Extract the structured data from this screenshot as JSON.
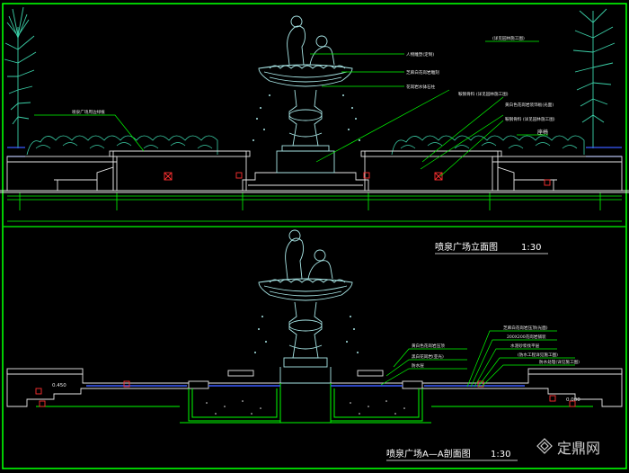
{
  "elevation": {
    "title": "喷泉广场立面图",
    "scale": "1:30",
    "annotations": {
      "left_planting": "喷泉广场周边绿植",
      "top_right": "(详见园林施工图)",
      "sculpture": "人物雕塑(定制)",
      "bowl": "芝麻白花岗岩雕刻",
      "pedestal": "花岗岩水钵石柱",
      "plinth_a": "鞍钢骨料 (详见园林施工图)",
      "plinth_b": "黄白色花岗岩装饰板(光面)",
      "plinth_c": "鞍钢骨料 (详见园林施工图)",
      "bench": "座椅"
    }
  },
  "section": {
    "title": "喷泉广场A—A剖面图",
    "scale": "1:30",
    "annotations": {
      "l1": "黄白色花岗岩压顶",
      "l2": "黑白花岗岩(亚光)",
      "l3": "防水层",
      "r1": "芝麻白花岗岩压顶(光面)",
      "r2": "200X200花岗岩铺装",
      "r3": "水泥砂浆找平层",
      "r4": "(防水工程详见施工图)",
      "r5": "防水处理(详见施工图)"
    },
    "levels": {
      "left": "0.450",
      "right": "0.000"
    }
  },
  "watermark": {
    "brand": "定鼎网"
  },
  "colors": {
    "background": "#000000",
    "primary_line": "#00ff00",
    "water_line": "#3b5bff",
    "sculpture": "#a8e6e6",
    "plant": "#3bd0a8",
    "structure": "#e6e6e6",
    "marker": "#ff3030"
  }
}
